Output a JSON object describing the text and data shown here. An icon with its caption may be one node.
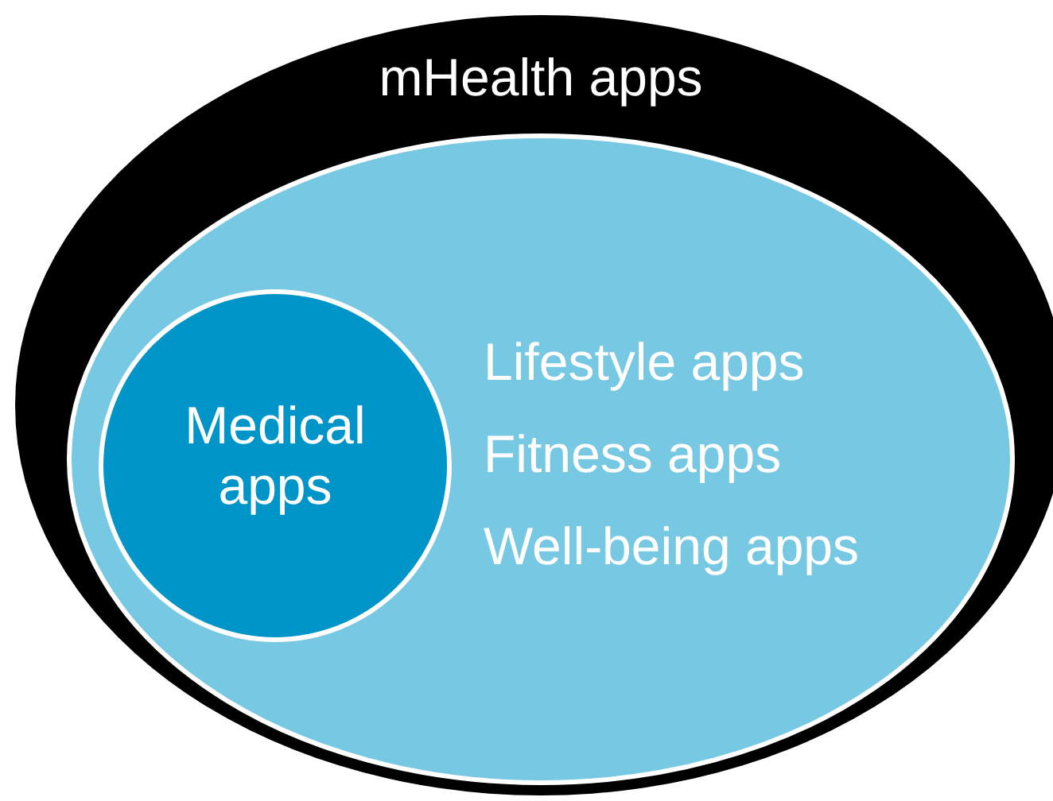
{
  "diagram": {
    "nodes": [
      {
        "text": [
          "mHealth apps"
        ]
      },
      {
        "text": [
          "Lifestyle apps",
          "Fitness apps",
          "Well-being apps"
        ],
        "in": 0
      },
      {
        "text": [
          "Medical apps"
        ],
        "in": 1
      }
    ]
  }
}
